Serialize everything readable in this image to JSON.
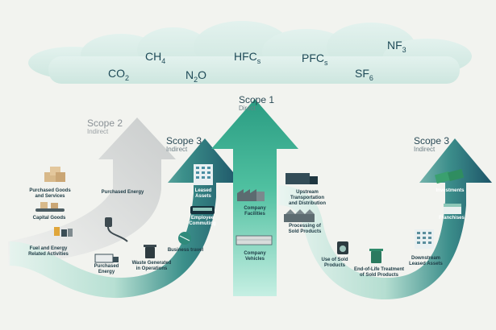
{
  "gases": {
    "co2": {
      "base": "CO",
      "sub": "2"
    },
    "ch4": {
      "base": "CH",
      "sub": "4"
    },
    "n2o": {
      "base": "N",
      "sub": "2",
      "tail": "O"
    },
    "hfcs": {
      "base": "HFC",
      "sub": "s"
    },
    "pfcs": {
      "base": "PFC",
      "sub": "s"
    },
    "sf6": {
      "base": "SF",
      "sub": "6"
    },
    "nf3": {
      "base": "NF",
      "sub": "3"
    }
  },
  "scopes": {
    "scope2": {
      "title": "Scope 2",
      "subtitle": "Indirect"
    },
    "scope3_left": {
      "title": "Scope 3",
      "subtitle": "Indirect"
    },
    "scope1": {
      "title": "Scope 1",
      "subtitle": "Direct"
    },
    "scope3_right": {
      "title": "Scope 3",
      "subtitle": "Indirect"
    }
  },
  "labels": {
    "purchased_goods": "Purchased Goods\nand Services",
    "capital_goods": "Capital Goods",
    "fuel_energy": "Fuel and Energy\nRelated Activities",
    "purchased_energy_top": "Purchased Energy",
    "purchased_energy_bottom": "Purchased\nEnergy",
    "waste": "Waste Generated\nin Operations",
    "business_travel": "Business travel",
    "employee_commuting": "Employee\nCommuting",
    "leased_assets": "Leased\nAssets",
    "company_facilities": "Company\nFacilities",
    "company_vehicles": "Company\nVehicles",
    "upstream_transport": "Upstream\nTransportation\nand Distribution",
    "processing_sold": "Processing of\nSold Products",
    "use_sold": "Use of Sold\nProducts",
    "end_of_life": "End-of-Life Treatment\nof Sold Products",
    "downstream_leased": "Downstream\nLeased Assets",
    "franchises": "Franchises",
    "investments": "Investments"
  },
  "colors": {
    "background": "#f2f3ef",
    "cloud": "#d7ebe6",
    "scope1_arrow": "#2f9e84",
    "scope3_arrow": "#1f5b6e",
    "scope2_arrow": "#cfd2d2",
    "text_dark": "#1d3b45"
  },
  "icons": [
    "boxes-icon",
    "conveyor-icon",
    "oil-barrel-icon",
    "plug-icon",
    "truck-icon",
    "trash-bin-icon",
    "globe-plane-icon",
    "bus-icon",
    "office-building-icon",
    "factory-icon",
    "freight-train-icon",
    "delivery-truck-icon",
    "processing-plant-icon",
    "washing-machine-icon",
    "recycling-bin-icon",
    "apartment-building-icon",
    "storefronts-icon",
    "money-growth-icon"
  ]
}
